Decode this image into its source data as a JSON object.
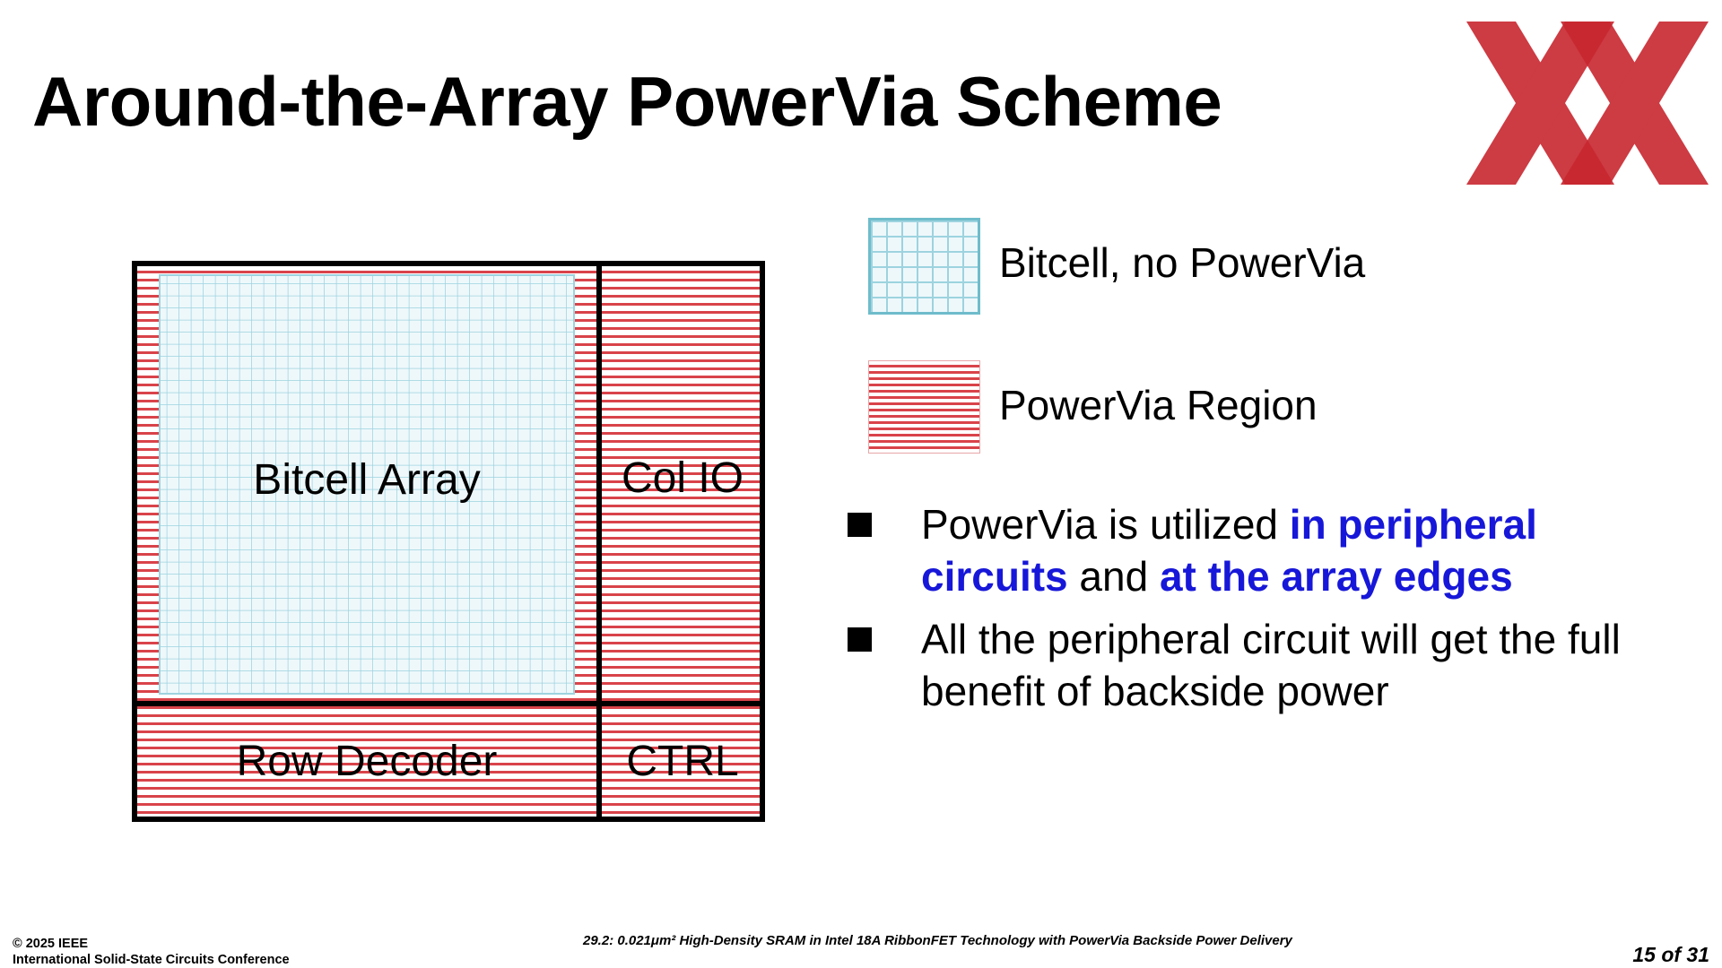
{
  "slide": {
    "title": "Around-the-Array PowerVia Scheme",
    "page_number": "15 of 31"
  },
  "diagram": {
    "blocks": {
      "bitcell_array": "Bitcell Array",
      "col_io": "Col IO",
      "row_decoder": "Row Decoder",
      "ctrl": "CTRL"
    }
  },
  "legend": {
    "bitcell": "Bitcell, no PowerVia",
    "powervia": "PowerVia Region"
  },
  "bullets": [
    {
      "p1": "PowerVia is utilized ",
      "p2": "in peripheral circuits",
      "p3": " and ",
      "p4": "at the array edges"
    },
    {
      "p1": "All the peripheral circuit will get the full benefit of backside power"
    }
  ],
  "footer": {
    "copyright": "© 2025 IEEE",
    "conference": "International Solid-State Circuits Conference",
    "paper": "29.2: 0.021μm² High-Density SRAM in Intel 18A RibbonFET Technology with PowerVia Backside Power Delivery"
  },
  "colors": {
    "powervia_red": "#d9434a",
    "bitcell_fill": "#eef8fb",
    "bitcell_grid": "#9dd3df",
    "emphasis_blue": "#1717d9",
    "logo_red": "#c8262f"
  },
  "icons": {
    "logo": "intel-xx-logo"
  }
}
